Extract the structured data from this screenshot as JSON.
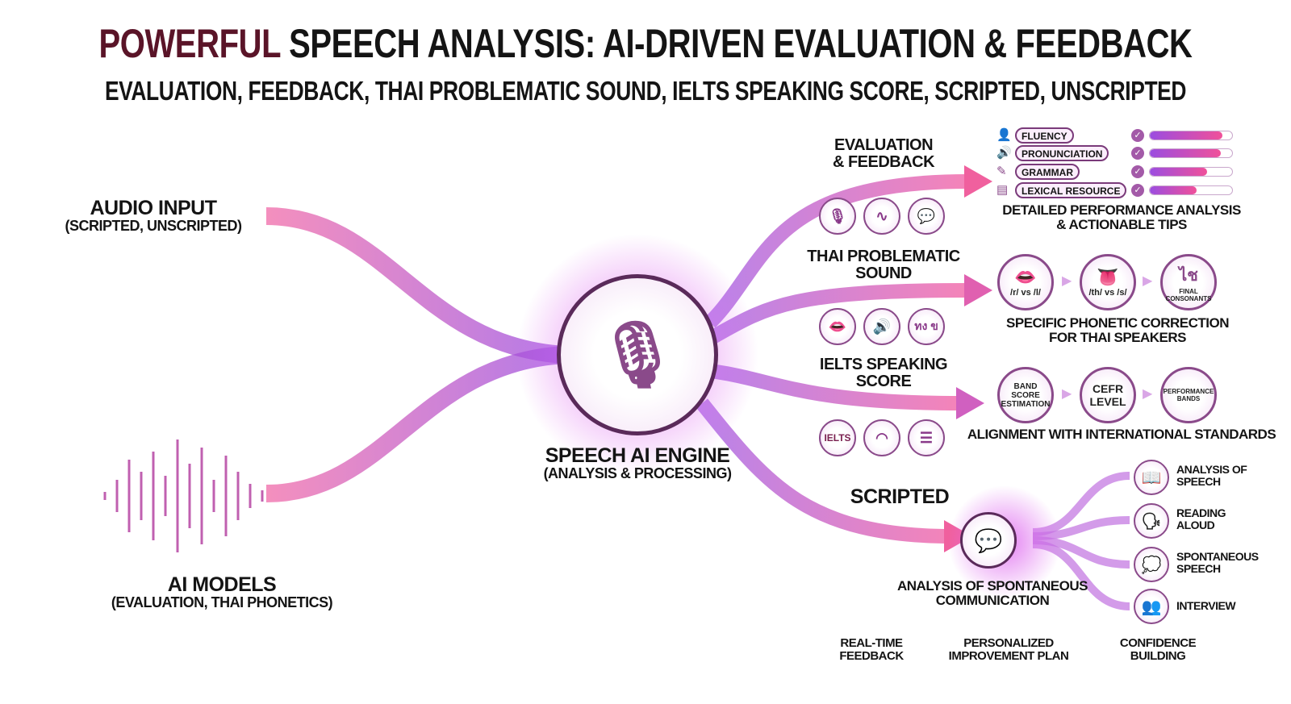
{
  "title": {
    "accent": "POWERFUL",
    "rest": "SPEECH ANALYSIS: AI-DRIVEN EVALUATION & FEEDBACK"
  },
  "subtitle": "EVALUATION, FEEDBACK, THAI PROBLEMATIC SOUND, IELTS SPEAKING SCORE, SCRIPTED, UNSCRIPTED",
  "inputs": {
    "audio": {
      "title": "AUDIO INPUT",
      "sub": "(SCRIPTED, UNSCRIPTED)"
    },
    "models": {
      "title": "AI MODELS",
      "sub": "(EVALUATION, THAI PHONETICS)"
    }
  },
  "engine": {
    "title": "SPEECH AI ENGINE",
    "sub": "(ANALYSIS & PROCESSING)"
  },
  "evaluation": {
    "title_1": "EVALUATION",
    "title_2": "& FEEDBACK",
    "icons": [
      "microphone-icon",
      "waveform-icon",
      "chat-icon"
    ],
    "metrics": [
      {
        "label": "FLUENCY",
        "icon": "person-icon",
        "value": 0.88
      },
      {
        "label": "PRONUNCIATION",
        "icon": "speaker-icon",
        "value": 0.86
      },
      {
        "label": "GRAMMAR",
        "icon": "grammar-icon",
        "value": 0.7
      },
      {
        "label": "LEXICAL RESOURCE",
        "icon": "book-icon",
        "value": 0.57
      }
    ],
    "caption_1": "DETAILED PERFORMANCE ANALYSIS",
    "caption_2": "& ACTIONABLE TIPS"
  },
  "thai": {
    "title_1": "THAI PROBLEMATIC",
    "title_2": "SOUND",
    "thai_glyph": "ทง ข",
    "steps": [
      {
        "label": "/r/ vs /l/"
      },
      {
        "label": "/th/ vs /s/"
      },
      {
        "glyph": "ไช",
        "label": "FINAL CONSONANTS"
      }
    ],
    "caption_1": "SPECIFIC PHONETIC CORRECTION",
    "caption_2": "FOR THAI SPEAKERS"
  },
  "ielts": {
    "title_1": "IELTS SPEAKING",
    "title_2": "SCORE",
    "icon_text": "IELTS",
    "steps": [
      "BAND SCORE ESTIMATION",
      "CEFR LEVEL",
      "PERFORMANCE BANDS"
    ],
    "caption": "ALIGNMENT WITH INTERNATIONAL STANDARDS"
  },
  "scripted": {
    "title": "SCRIPTED",
    "hub_1": "ANALYSIS OF SPONTANEOUS",
    "hub_2": "COMMUNICATION",
    "outputs": [
      {
        "l1": "ANALYSIS OF",
        "l2": "SPEECH"
      },
      {
        "l1": "READING",
        "l2": "ALOUD"
      },
      {
        "l1": "SPONTANEOUS",
        "l2": "SPEECH"
      },
      {
        "l1": "INTERVIEW",
        "l2": ""
      }
    ]
  },
  "benefits": [
    {
      "l1": "REAL-TIME",
      "l2": "FEEDBACK"
    },
    {
      "l1": "PERSONALIZED",
      "l2": "IMPROVEMENT PLAN"
    },
    {
      "l1": "CONFIDENCE",
      "l2": "BUILDING"
    }
  ],
  "colors": {
    "pink": "#f0509a",
    "purple": "#9b4de0",
    "maroon": "#5a1428"
  }
}
